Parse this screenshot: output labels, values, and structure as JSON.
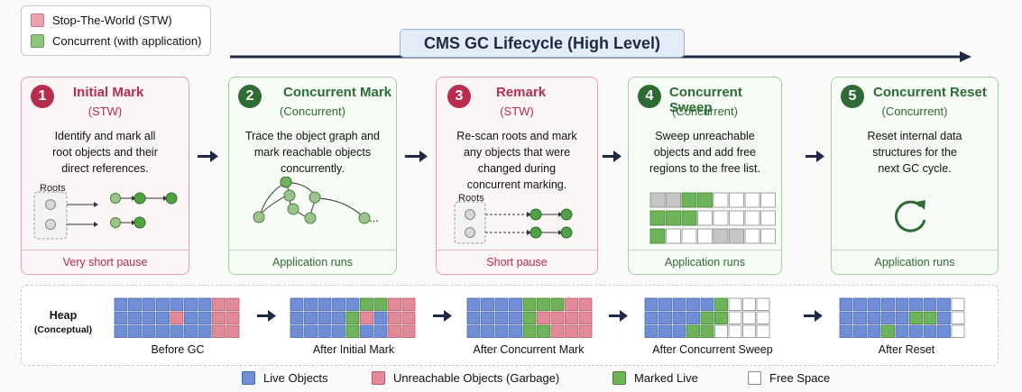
{
  "legend_top": [
    {
      "label": "Stop-The-World (STW)",
      "color": "#e9a3ae"
    },
    {
      "label": "Concurrent (with application)",
      "color": "#8fc47f"
    }
  ],
  "title": "CMS GC Lifecycle (High Level)",
  "phases": [
    {
      "num": "1",
      "name": "Initial Mark",
      "tag": "(STW)",
      "kind": "stw",
      "desc": [
        "Identify and mark all",
        "root objects and their",
        "direct references."
      ],
      "footer": "Very short pause",
      "roots_label": "Roots"
    },
    {
      "num": "2",
      "name": "Concurrent Mark",
      "tag": "(Concurrent)",
      "kind": "conc",
      "desc": [
        "Trace the object graph and",
        "mark reachable objects",
        "concurrently."
      ],
      "footer": "Application runs",
      "ellipsis": "..."
    },
    {
      "num": "3",
      "name": "Remark",
      "tag": "(STW)",
      "kind": "stw",
      "desc": [
        "Re-scan roots and mark",
        "any objects that were",
        "changed during",
        "concurrent marking."
      ],
      "footer": "Short pause",
      "roots_label": "Roots"
    },
    {
      "num": "4",
      "name": "Concurrent Sweep",
      "tag": "(Concurrent)",
      "kind": "conc",
      "desc": [
        "Sweep unreachable",
        "objects and add free",
        "regions to the free list."
      ],
      "footer": "Application runs"
    },
    {
      "num": "5",
      "name": "Concurrent Reset",
      "tag": "(Concurrent)",
      "kind": "conc",
      "desc": [
        "Reset internal data",
        "structures for the",
        "next GC cycle."
      ],
      "footer": "Application runs"
    }
  ],
  "heap": {
    "title": "Heap",
    "subtitle": "(Conceptual)",
    "stages": [
      {
        "label": "Before GC",
        "rows": [
          [
            "L",
            "L",
            "L",
            "L",
            "L",
            "L",
            "L",
            "G",
            "G"
          ],
          [
            "L",
            "L",
            "L",
            "L",
            "G",
            "L",
            "L",
            "G",
            "G"
          ],
          [
            "L",
            "L",
            "L",
            "L",
            "L",
            "L",
            "L",
            "G",
            "G"
          ]
        ]
      },
      {
        "label": "After Initial Mark",
        "rows": [
          [
            "L",
            "L",
            "L",
            "L",
            "L",
            "M",
            "M",
            "G",
            "G"
          ],
          [
            "L",
            "L",
            "L",
            "L",
            "M",
            "G",
            "L",
            "G",
            "G"
          ],
          [
            "L",
            "L",
            "L",
            "L",
            "M",
            "L",
            "L",
            "G",
            "G"
          ]
        ]
      },
      {
        "label": "After Concurrent Mark",
        "rows": [
          [
            "L",
            "L",
            "L",
            "L",
            "M",
            "M",
            "M",
            "G",
            "G"
          ],
          [
            "L",
            "L",
            "L",
            "L",
            "M",
            "G",
            "G",
            "G",
            "G"
          ],
          [
            "L",
            "L",
            "L",
            "L",
            "M",
            "M",
            "G",
            "G",
            "G"
          ]
        ]
      },
      {
        "label": "After Concurrent Sweep",
        "rows": [
          [
            "L",
            "L",
            "L",
            "L",
            "L",
            "M",
            "F",
            "F",
            "F"
          ],
          [
            "L",
            "L",
            "L",
            "L",
            "M",
            "M",
            "F",
            "F",
            "F"
          ],
          [
            "L",
            "L",
            "L",
            "M",
            "M",
            "F",
            "F",
            "F",
            "F"
          ]
        ]
      },
      {
        "label": "After Reset",
        "rows": [
          [
            "L",
            "L",
            "L",
            "L",
            "L",
            "L",
            "L",
            "L",
            "F"
          ],
          [
            "L",
            "L",
            "L",
            "L",
            "L",
            "M",
            "M",
            "L",
            "F"
          ],
          [
            "L",
            "L",
            "L",
            "M",
            "L",
            "L",
            "L",
            "L",
            "F"
          ]
        ]
      }
    ]
  },
  "legend_bottom": [
    {
      "label": "Live Objects",
      "color": "#6f8ed6"
    },
    {
      "label": "Unreachable Objects (Garbage)",
      "color": "#e38a98"
    },
    {
      "label": "Marked Live",
      "color": "#6fb35b"
    },
    {
      "label": "Free Space",
      "color": "#ffffff"
    }
  ],
  "colors": {
    "live": "#6f8ed6",
    "garbage": "#e38a98",
    "marked": "#6fb35b",
    "free": "#ffffff",
    "grey": "#c6c6c6",
    "stw": "#b72d4e",
    "conc": "#2e6b35",
    "arrow": "#1e2a44"
  }
}
